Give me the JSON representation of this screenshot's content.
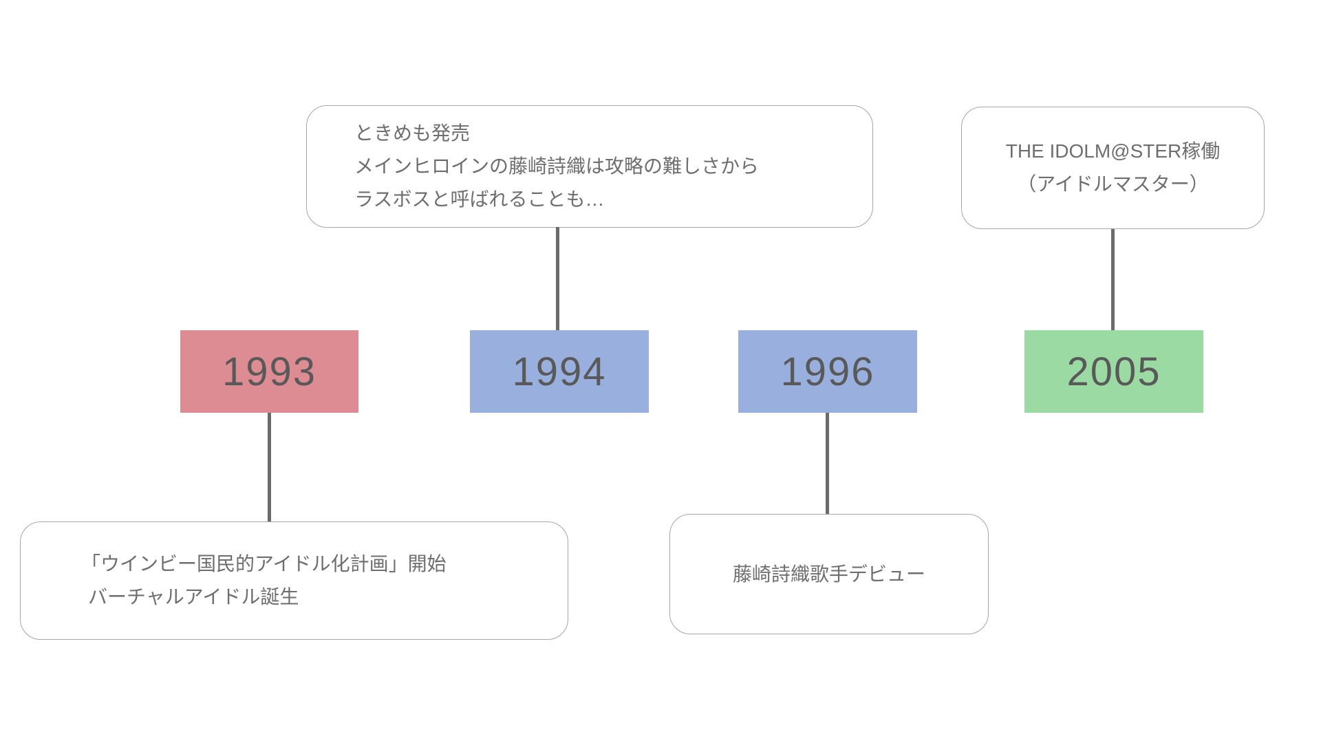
{
  "canvas": {
    "background": "#FFFFFF"
  },
  "colors": {
    "year_1993_box": "#DD8C94",
    "year_1994_box": "#99AFDE",
    "year_1996_box": "#99AFDE",
    "year_2005_box": "#9BDBA3",
    "year_text": "#595959",
    "note_text": "#6E6E6E",
    "note_border": "#A6A6A6",
    "connector": "#6B6B6B"
  },
  "timeline": {
    "events": [
      {
        "year": "1993",
        "note_position": "below",
        "note": {
          "lines": [
            "「ウインビー国民的アイドル化計画」開始",
            "バーチャルアイドル誕生"
          ]
        }
      },
      {
        "year": "1994",
        "note_position": "above",
        "note": {
          "lines": [
            "ときめも発売",
            "メインヒロインの藤崎詩織は攻略の難しさから",
            "ラスボスと呼ばれることも…"
          ]
        }
      },
      {
        "year": "1996",
        "note_position": "below",
        "note": {
          "lines": [
            "藤崎詩織歌手デビュー"
          ]
        }
      },
      {
        "year": "2005",
        "note_position": "above",
        "note": {
          "lines": [
            "THE IDOLM@STER稼働",
            "（アイドルマスター）"
          ]
        }
      }
    ]
  }
}
